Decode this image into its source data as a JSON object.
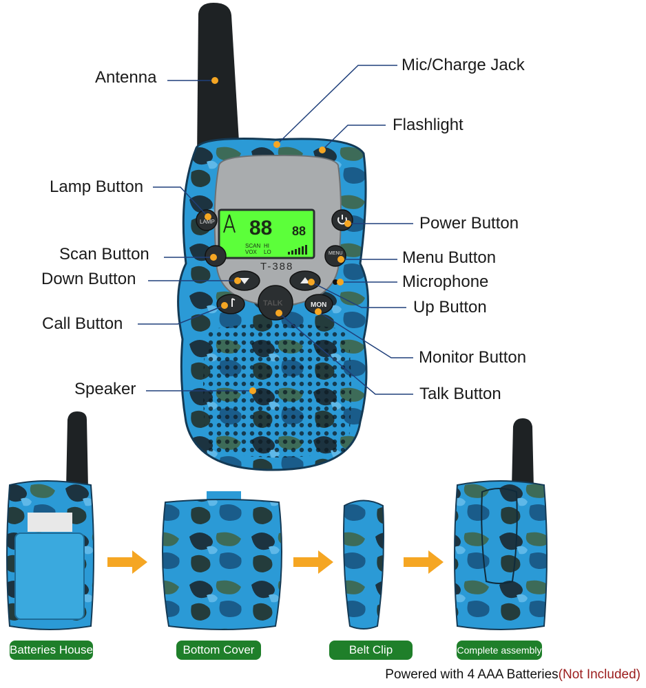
{
  "model": "T-388",
  "lcd": {
    "channel": "88",
    "subchannel": "88",
    "scan": "SCAN",
    "vox": "VOX",
    "hi": "HI",
    "lo": "LO"
  },
  "buttons": {
    "lamp": "LAMP",
    "menu": "MENU",
    "talk": "TALK",
    "mon": "MON"
  },
  "callouts": {
    "antenna": "Antenna",
    "mic_charge_jack": "Mic/Charge Jack",
    "flashlight": "Flashlight",
    "lamp_button": "Lamp Button",
    "power_button": "Power Button",
    "scan_button": "Scan Button",
    "menu_button": "Menu Button",
    "down_button": "Down Button",
    "microphone": "Microphone",
    "up_button": "Up Button",
    "call_button": "Call Button",
    "monitor_button": "Monitor Button",
    "speaker": "Speaker",
    "talk_button": "Talk Button"
  },
  "assembly_steps": [
    "Batteries House",
    "Bottom Cover",
    "Belt Clip",
    "Complete assembly"
  ],
  "footer": {
    "text": "Powered with 4 AAA Batteries",
    "note": "(Not Included)"
  },
  "colors": {
    "callout_dot": "#f5a623",
    "callout_line": "#1f3f7a",
    "pill": "#1f7f2a",
    "arrow": "#f5a623",
    "lcd": "#5cff3a",
    "note": "#9b1c1c"
  }
}
